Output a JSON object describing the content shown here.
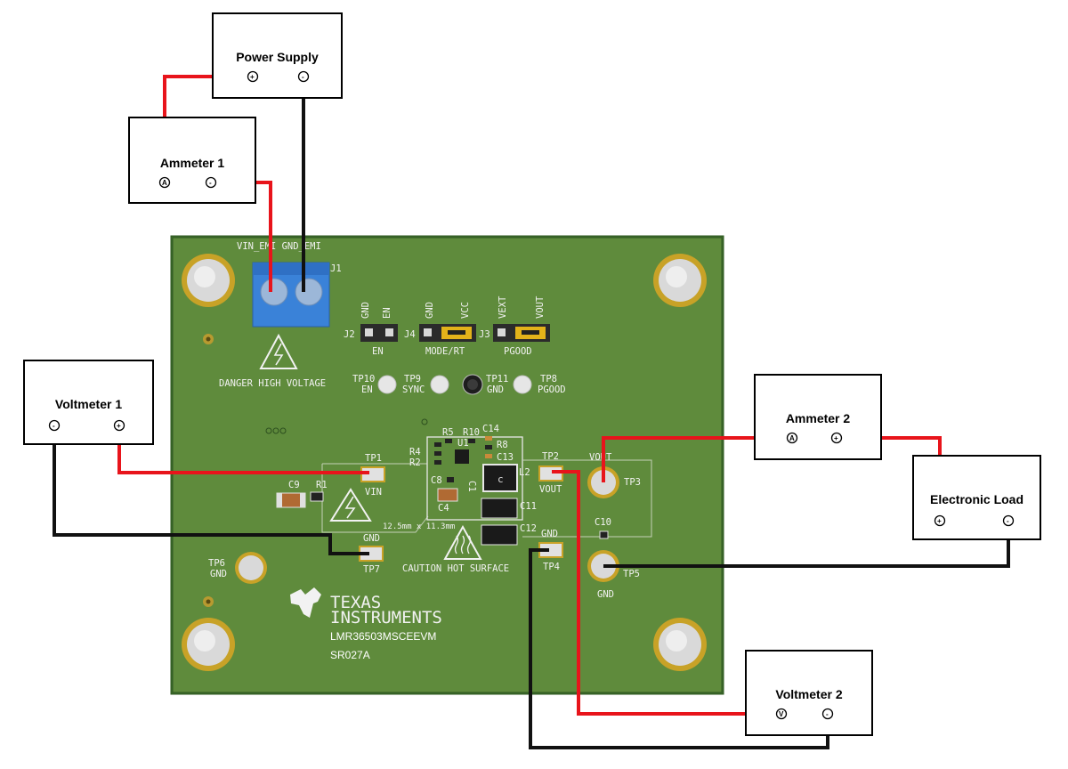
{
  "instruments": {
    "power_supply": {
      "label": "Power Supply",
      "plus": "+",
      "minus": "-"
    },
    "ammeter1": {
      "label": "Ammeter 1",
      "a": "A",
      "minus": "-"
    },
    "voltmeter1": {
      "label": "Voltmeter 1",
      "plus": "+",
      "minus": "-"
    },
    "ammeter2": {
      "label": "Ammeter 2",
      "a": "A",
      "plus": "+"
    },
    "electronic_load": {
      "label": "Electronic Load",
      "plus": "+",
      "minus": "-"
    },
    "voltmeter2": {
      "label": "Voltmeter 2",
      "v": "V",
      "minus": "-"
    }
  },
  "board": {
    "j1_pins": "VIN_EMI  GND_EMI",
    "j1": "J1",
    "danger": "DANGER HIGH VOLTAGE",
    "j2": "J2",
    "j2_pin1": "GND",
    "j2_pin2": "EN",
    "j2_name": "EN",
    "j4": "J4",
    "j4_pin1": "GND",
    "j4_pin2": "VCC",
    "j4_name": "MODE/RT",
    "j3": "J3",
    "j3_pin1": "VEXT",
    "j3_pin2": "VOUT",
    "j3_name": "PGOOD",
    "tp10": "TP10",
    "tp10_sub": "EN",
    "tp9": "TP9",
    "tp9_sub": "SYNC",
    "tp11": "TP11",
    "tp11_sub": "GND",
    "tp8": "TP8",
    "tp8_sub": "PGOOD",
    "tp1": "TP1",
    "tp1_sub": "VIN",
    "tp2": "TP2",
    "tp2_sub": "VOUT",
    "tp3": "TP3",
    "tp3_top": "VOUT",
    "tp4": "TP4",
    "tp4_top": "GND",
    "tp5": "TP5",
    "tp5_sub": "GND",
    "tp6": "TP6",
    "tp6_sub": "GND",
    "tp7": "TP7",
    "tp7_top": "GND",
    "c9": "C9",
    "r1": "R1",
    "r4": "R4",
    "r2": "R2",
    "r5": "R5",
    "r10": "R10",
    "c14": "C14",
    "u1": "U1",
    "r8": "R8",
    "c13": "C13",
    "c1": "C1",
    "c8": "C8",
    "c4": "C4",
    "l2": "L2",
    "c11": "C11",
    "c12": "C12",
    "c10": "C10",
    "size": "12.5mm x 11.3mm",
    "caution": "CAUTION HOT SURFACE",
    "ti_line1": "TEXAS",
    "ti_line2": "INSTRUMENTS",
    "model": "LMR36503MSCEEVM",
    "rev": "SR027A"
  },
  "colors": {
    "board": "#5f8b3c",
    "board_border": "#2f5a22",
    "wire_red": "#e8141b",
    "wire_black": "#111111",
    "connector": "#3a82d8"
  }
}
